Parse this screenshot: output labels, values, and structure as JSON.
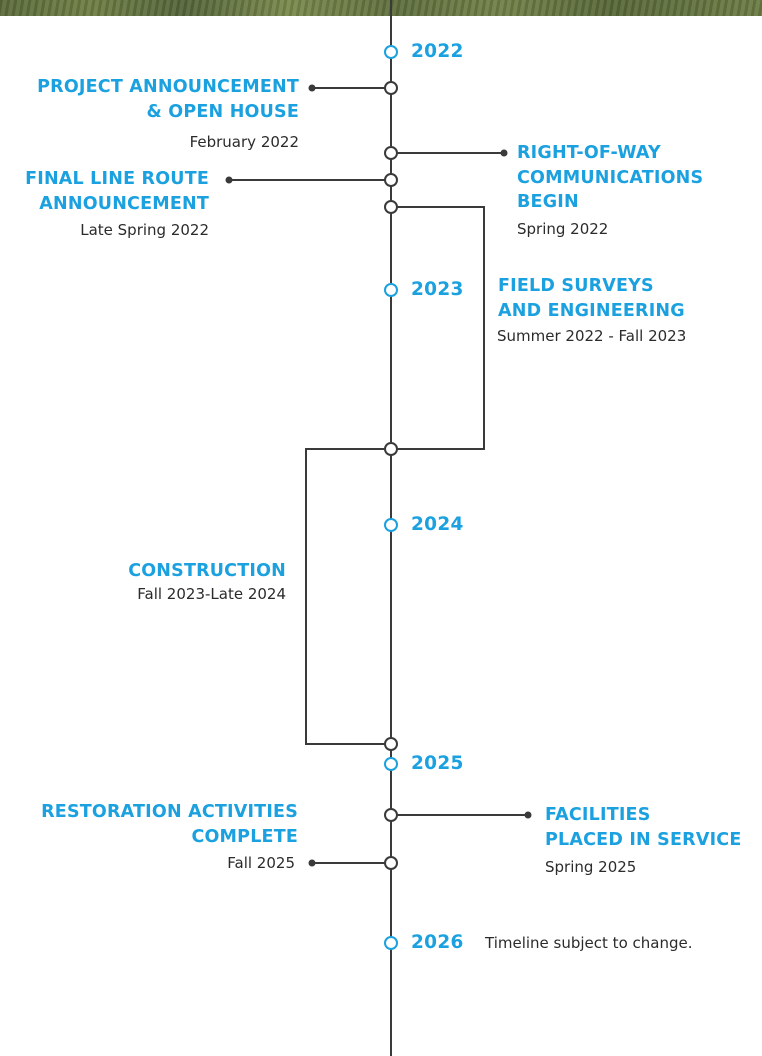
{
  "timeline": {
    "years": [
      "2022",
      "2023",
      "2024",
      "2025",
      "2026"
    ],
    "milestones": [
      {
        "title_lines": [
          "PROJECT ANNOUNCEMENT",
          "& OPEN HOUSE"
        ],
        "date": "February 2022"
      },
      {
        "title_lines": [
          "RIGHT-OF-WAY",
          "COMMUNICATIONS",
          "BEGIN"
        ],
        "date": "Spring 2022"
      },
      {
        "title_lines": [
          "FINAL LINE ROUTE",
          "ANNOUNCEMENT"
        ],
        "date": "Late Spring 2022"
      },
      {
        "title_lines": [
          "FIELD SURVEYS",
          "AND ENGINEERING"
        ],
        "date": "Summer 2022 - Fall 2023"
      },
      {
        "title_lines": [
          "CONSTRUCTION"
        ],
        "date": "Fall 2023-Late 2024"
      },
      {
        "title_lines": [
          "FACILITIES",
          "PLACED IN SERVICE"
        ],
        "date": "Spring 2025"
      },
      {
        "title_lines": [
          "RESTORATION ACTIVITIES",
          "COMPLETE"
        ],
        "date": "Fall 2025"
      }
    ],
    "note": "Timeline subject to change."
  },
  "colors": {
    "accent": "#1ba1df",
    "line": "#3a3a3a",
    "text": "#2b2b2b"
  }
}
